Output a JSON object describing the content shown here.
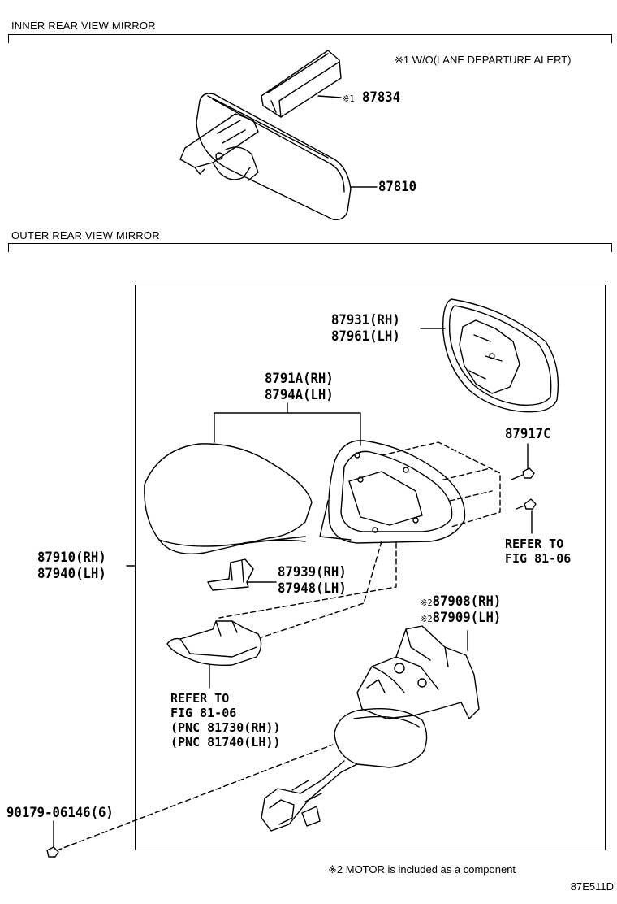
{
  "sections": {
    "inner_title": "INNER REAR VIEW MIRROR",
    "outer_title": "OUTER REAR VIEW MIRROR"
  },
  "notes": {
    "note1": "※1 W/O(LANE DEPARTURE ALERT)",
    "note2": "※2 MOTOR is included as a component"
  },
  "parts": {
    "p87834": {
      "mark": "※1",
      "number": "87834"
    },
    "p87810": "87810",
    "p87931": "87931(RH)",
    "p87961": "87961(LH)",
    "p8791A": "8791A(RH)",
    "p8794A": "8794A(LH)",
    "p87917C": "87917C",
    "p87910": "87910(RH)",
    "p87940": "87940(LH)",
    "p87939": "87939(RH)",
    "p87948": "87948(LH)",
    "p87908": {
      "mark": "※2",
      "number": "87908(RH)"
    },
    "p87909": {
      "mark": "※2",
      "number": "87909(LH)"
    },
    "p90179": "90179-06146(6)"
  },
  "refs": {
    "ref_right": [
      "REFER TO",
      "FIG 81-06"
    ],
    "ref_left": [
      "REFER TO",
      "FIG 81-06",
      "(PNC 81730(RH))",
      "(PNC 81740(LH))"
    ]
  },
  "figure_code": "87E511D"
}
